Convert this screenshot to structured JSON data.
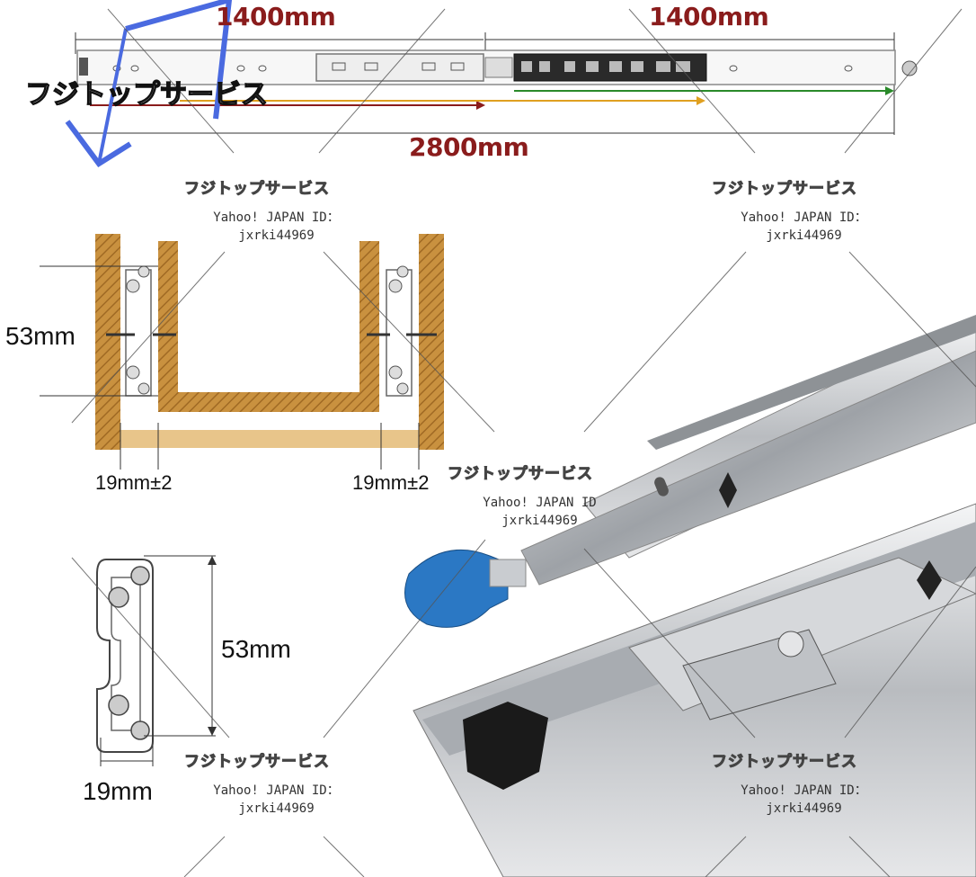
{
  "top": {
    "left_length": "1400mm",
    "right_length": "1400mm",
    "total_length": "2800mm",
    "brand_overlay": "フジトップサービス"
  },
  "cabinet": {
    "height_label": "53mm",
    "left_thickness": "19mm±2",
    "right_thickness": "19mm±2"
  },
  "profile": {
    "height_label": "53mm",
    "width_label": "19mm"
  },
  "watermarks": [
    {
      "title": "フジトップサービス",
      "line1": "Yahoo! JAPAN ID：",
      "line2": "jxrki44969"
    },
    {
      "title": "フジトップサービス",
      "line1": "Yahoo! JAPAN ID：",
      "line2": "jxrki44969"
    },
    {
      "title": "フジトップサービス",
      "line1": "Yahoo! JAPAN ID",
      "line2": "jxrki44969"
    },
    {
      "title": "フジトップサービス",
      "line1": "Yahoo! JAPAN ID：",
      "line2": "jxrki44969"
    },
    {
      "title": "フジトップサービス",
      "line1": "Yahoo! JAPAN ID：",
      "line2": "jxrki44969"
    }
  ],
  "colors": {
    "wood": "#c9913f",
    "wood_light": "#e8c58a",
    "steel": "#c9ccd0",
    "handle_blue": "#2b78c4",
    "dim_red": "#8a1c1c"
  }
}
